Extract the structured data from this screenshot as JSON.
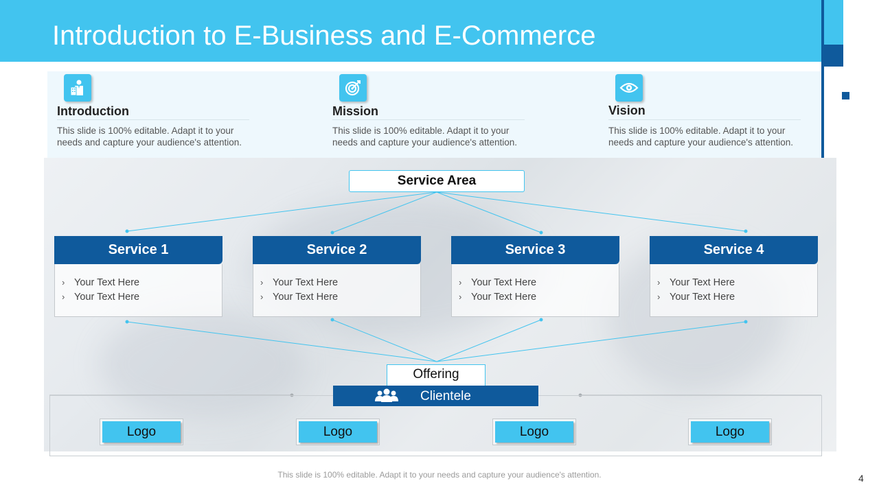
{
  "title": "Introduction to E-Business and E-Commerce",
  "intro": [
    {
      "icon": "business-person-icon",
      "heading": "Introduction",
      "text": "This slide is 100% editable. Adapt it to your needs and capture your audience's attention."
    },
    {
      "icon": "target-icon",
      "heading": "Mission",
      "text": "This slide is 100% editable. Adapt it to your needs and capture your audience's attention."
    },
    {
      "icon": "eye-icon",
      "heading": "Vision",
      "text": "This slide is 100% editable. Adapt it to your needs and capture your audience's attention."
    }
  ],
  "service_area": "Service Area",
  "services": [
    {
      "title": "Service 1",
      "items": [
        "Your Text Here",
        "Your Text Here"
      ]
    },
    {
      "title": "Service 2",
      "items": [
        "Your Text Here",
        "Your Text Here"
      ]
    },
    {
      "title": "Service 3",
      "items": [
        "Your Text Here",
        "Your Text Here"
      ]
    },
    {
      "title": "Service 4",
      "items": [
        "Your Text Here",
        "Your Text Here"
      ]
    }
  ],
  "bullet_glyph": "›",
  "offering": "Offering",
  "clientele": {
    "label": "Clientele",
    "icon": "group-icon"
  },
  "logos": [
    "Logo",
    "Logo",
    "Logo",
    "Logo"
  ],
  "footer_note": "This slide is 100% editable. Adapt it to your needs and capture your audience's attention.",
  "page_number": "4",
  "colors": {
    "accent": "#42c4ef",
    "primary": "#0f5a9c",
    "panel": "#eef8fd",
    "line": "#42c4ef"
  }
}
